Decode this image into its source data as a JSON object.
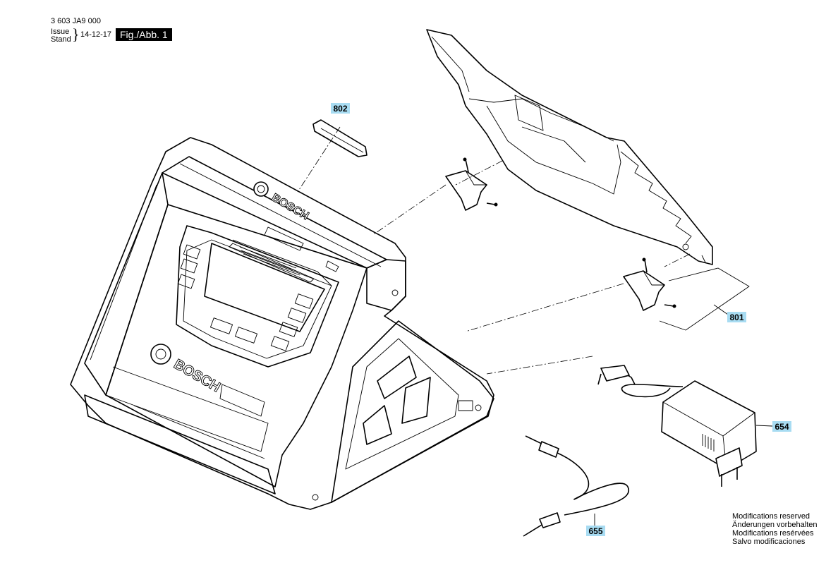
{
  "header": {
    "doc_number": "3 603 JA9 000",
    "issue_label": "Issue",
    "stand_label": "Stand",
    "issue_date": "14-12-17",
    "figure_label": "Fig./Abb. 1"
  },
  "brand_text": "BOSCH",
  "parts": [
    {
      "id": "802"
    },
    {
      "id": "801"
    },
    {
      "id": "654"
    },
    {
      "id": "655"
    }
  ],
  "modifications_notice": [
    "Modifications reserved",
    "Änderungen vorbehalten",
    "Modifications resérvées",
    "Salvo modificaciones"
  ]
}
